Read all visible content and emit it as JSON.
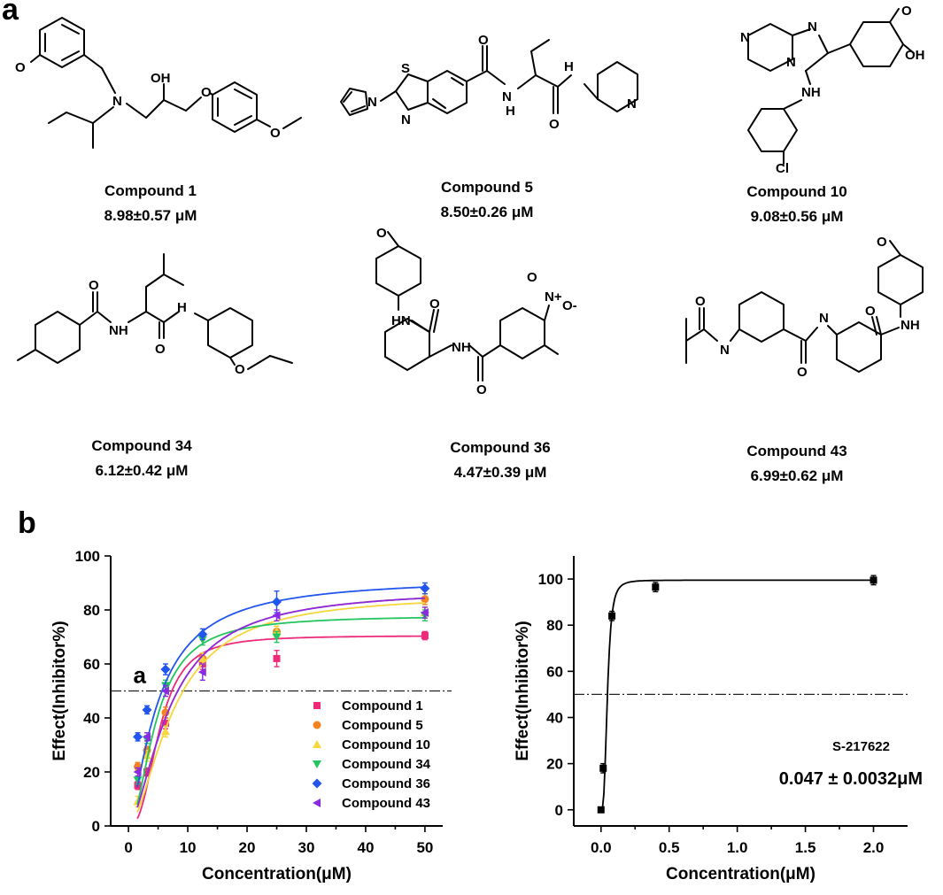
{
  "figure": {
    "panel_a_label": "a",
    "panel_b_label": "b"
  },
  "compounds": [
    {
      "name": "Compound 1",
      "ic50": "8.98±0.57 μM"
    },
    {
      "name": "Compound 5",
      "ic50": "8.50±0.26 μM"
    },
    {
      "name": "Compound 10",
      "ic50": "9.08±0.56 μM"
    },
    {
      "name": "Compound 34",
      "ic50": "6.12±0.42 μM"
    },
    {
      "name": "Compound 36",
      "ic50": "4.47±0.39 μM"
    },
    {
      "name": "Compound 43",
      "ic50": "6.99±0.62 μM"
    }
  ],
  "atom_labels": {
    "OH": "OH",
    "N": "N",
    "O": "O",
    "S": "S",
    "NH": "NH",
    "HN": "HN",
    "H": "H",
    "Cl": "Cl",
    "N_plus": "N+",
    "O_minus": "O-"
  },
  "colors": {
    "compound_1": "#ee2a7b",
    "compound_5": "#f58220",
    "compound_10": "#f5d63b",
    "compound_34": "#22c55e",
    "compound_36": "#2255ee",
    "compound_43": "#8a2be2",
    "s217622": "#000000"
  },
  "chart_data": [
    {
      "type": "scatter",
      "xlabel": "Concentration(μM)",
      "ylabel": "Effect(Inhibitor%)",
      "xlim": [
        -3,
        53
      ],
      "ylim": [
        0,
        100
      ],
      "xticks": [
        0,
        10,
        20,
        30,
        40,
        50
      ],
      "yticks": [
        0,
        20,
        40,
        60,
        80,
        100
      ],
      "reference_line_y": 50,
      "annotation": "a",
      "legend_position": "bottom-right",
      "series": [
        {
          "name": "Compound 1",
          "marker": "square",
          "color": "#ee2a7b",
          "x": [
            1.5625,
            3.125,
            6.25,
            12.5,
            25,
            50
          ],
          "y": [
            15,
            20,
            38,
            60,
            62,
            70.5
          ],
          "err": [
            1.5,
            1.5,
            2,
            2,
            3,
            1.5
          ],
          "fit": {
            "top": 70.5,
            "ec50": 5.2,
            "hill": 2.6
          }
        },
        {
          "name": "Compound 5",
          "marker": "circle",
          "color": "#f58220",
          "x": [
            1.5625,
            3.125,
            6.25,
            12.5,
            25,
            50
          ],
          "y": [
            22,
            28,
            42,
            62,
            72,
            84
          ],
          "err": [
            1.5,
            1.5,
            2,
            2,
            2,
            2
          ],
          "fit": {
            "top": 88,
            "ec50": 7.0,
            "hill": 1.6
          }
        },
        {
          "name": "Compound 10",
          "marker": "triangle-up",
          "color": "#f5d63b",
          "x": [
            1.5625,
            3.125,
            6.25,
            12.5,
            25,
            50
          ],
          "y": [
            9,
            26,
            35,
            62,
            72,
            79
          ],
          "err": [
            2,
            2,
            2,
            2,
            2,
            2
          ],
          "fit": {
            "top": 86,
            "ec50": 7.6,
            "hill": 1.7
          }
        },
        {
          "name": "Compound 34",
          "marker": "triangle-down",
          "color": "#22c55e",
          "x": [
            1.5625,
            3.125,
            6.25,
            12.5,
            25,
            50
          ],
          "y": [
            17,
            32,
            52,
            69,
            70,
            78
          ],
          "err": [
            1.5,
            1.5,
            2,
            2,
            2,
            2
          ],
          "fit": {
            "top": 78,
            "ec50": 4.7,
            "hill": 1.9
          }
        },
        {
          "name": "Compound 36",
          "marker": "diamond",
          "color": "#2255ee",
          "x": [
            1.5625,
            3.125,
            6.25,
            12.5,
            25,
            50
          ],
          "y": [
            33,
            43,
            58,
            71,
            83,
            88
          ],
          "err": [
            1.5,
            1.5,
            2,
            2,
            4,
            2
          ],
          "fit": {
            "top": 92,
            "ec50": 5.0,
            "hill": 1.4
          }
        },
        {
          "name": "Compound 43",
          "marker": "triangle-left",
          "color": "#8a2be2",
          "x": [
            1.5625,
            3.125,
            6.25,
            12.5,
            25,
            50
          ],
          "y": [
            20,
            33,
            50,
            57,
            78,
            79
          ],
          "err": [
            1.5,
            1.5,
            2,
            3,
            2,
            2
          ],
          "fit": {
            "top": 88,
            "ec50": 7.0,
            "hill": 1.6
          }
        }
      ]
    },
    {
      "type": "scatter",
      "xlabel": "Concentration(μM)",
      "ylabel": "Effect(Inhibitor%)",
      "xlim": [
        -0.2,
        2.25
      ],
      "ylim": [
        -7,
        110
      ],
      "xticks": [
        0.0,
        0.5,
        1.0,
        1.5,
        2.0
      ],
      "xtick_labels": [
        "0.0",
        "0.5",
        "1.0",
        "1.5",
        "2.0"
      ],
      "yticks": [
        0,
        20,
        40,
        60,
        80,
        100
      ],
      "reference_line_y": 50,
      "series": [
        {
          "name": "S-217622",
          "value_label": "0.047 ± 0.0032μM",
          "marker": "square",
          "color": "#000000",
          "x": [
            0,
            0.016,
            0.08,
            0.4,
            2.0
          ],
          "y": [
            0,
            18,
            84,
            96.5,
            99.5
          ],
          "err": [
            0,
            2,
            2,
            2,
            2
          ],
          "fit": {
            "top": 99.5,
            "ec50": 0.047,
            "hill": 3.2
          }
        }
      ]
    }
  ]
}
